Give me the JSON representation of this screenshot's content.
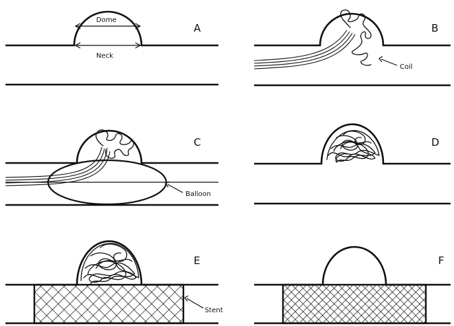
{
  "panels": [
    {
      "letter": "A"
    },
    {
      "letter": "B"
    },
    {
      "letter": "C"
    },
    {
      "letter": "D"
    },
    {
      "letter": "E"
    },
    {
      "letter": "F"
    }
  ],
  "labels": {
    "dome": "Dome",
    "neck": "Neck",
    "coil": "Coil",
    "balloon": "Balloon",
    "stent": "Stent"
  }
}
